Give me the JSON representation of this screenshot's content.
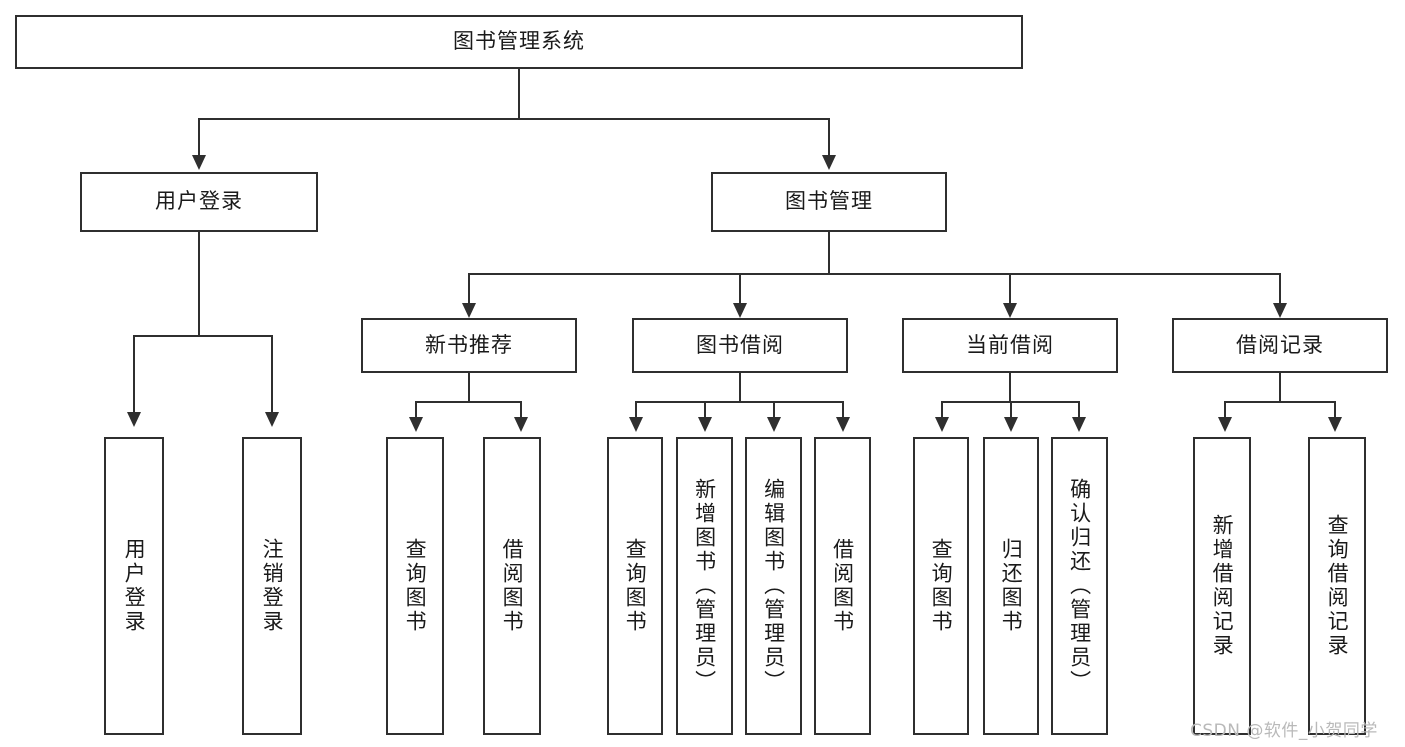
{
  "diagram": {
    "type": "tree-hierarchy-diagram",
    "title": "图书管理系统",
    "root": {
      "label": "图书管理系统"
    },
    "level2": [
      {
        "id": "user-login",
        "label": "用户登录"
      },
      {
        "id": "book-management",
        "label": "图书管理"
      }
    ],
    "level3": [
      {
        "id": "new-book-recommend",
        "label": "新书推荐",
        "parent": "book-management"
      },
      {
        "id": "book-borrow",
        "label": "图书借阅",
        "parent": "book-management"
      },
      {
        "id": "current-borrow",
        "label": "当前借阅",
        "parent": "book-management"
      },
      {
        "id": "borrow-record",
        "label": "借阅记录",
        "parent": "book-management"
      }
    ],
    "leaves": {
      "user_login": [
        {
          "id": "leaf-user-login",
          "label": "用户登录"
        },
        {
          "id": "leaf-logout-login",
          "label": "注销登录"
        }
      ],
      "new_book_recommend": [
        {
          "id": "leaf-query-book-1",
          "label": "查询图书"
        },
        {
          "id": "leaf-borrow-book-1",
          "label": "借阅图书"
        }
      ],
      "book_borrow": [
        {
          "id": "leaf-query-book-2",
          "label": "查询图书"
        },
        {
          "id": "leaf-add-book",
          "label": "新增图书（管理员）"
        },
        {
          "id": "leaf-edit-book",
          "label": "编辑图书（管理员）"
        },
        {
          "id": "leaf-borrow-book-2",
          "label": "借阅图书"
        }
      ],
      "current_borrow": [
        {
          "id": "leaf-query-book-3",
          "label": "查询图书"
        },
        {
          "id": "leaf-return-book",
          "label": "归还图书"
        },
        {
          "id": "leaf-confirm-return",
          "label": "确认归还（管理员）"
        }
      ],
      "borrow_record": [
        {
          "id": "leaf-add-record",
          "label": "新增借阅记录"
        },
        {
          "id": "leaf-query-record",
          "label": "查询借阅记录"
        }
      ]
    },
    "colors": {
      "stroke": "#2f2f2f",
      "background": "#ffffff",
      "text": "#1a1a1a",
      "watermark": "#b9b9b9"
    }
  },
  "watermark": {
    "text": "CSDN @软件_小贺同学"
  }
}
